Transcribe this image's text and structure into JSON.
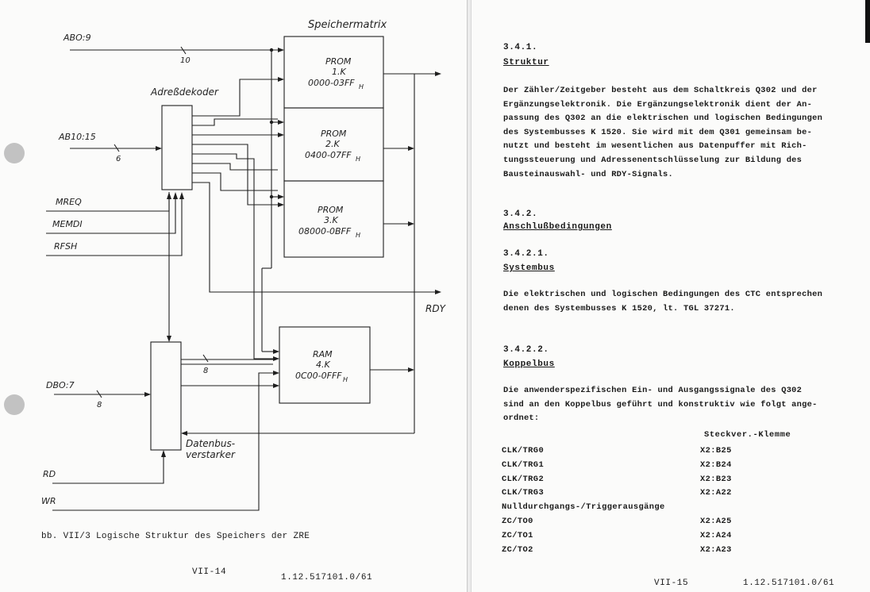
{
  "left_page": {
    "diagram": {
      "title": "Speichermatrix",
      "decoder_label": "Adreßdekoder",
      "buffer_label_1": "Datenbus-",
      "buffer_label_2": "verstarker",
      "inputs": {
        "abo9": "ABO:9",
        "abo9_width": "10",
        "ab1015": "AB10:15",
        "ab1015_width": "6",
        "mreq": "MREQ",
        "memdi": "MEMDI",
        "rfsh": "RFSH",
        "dbo7": "DBO:7",
        "dbo7_width": "8",
        "rd": "RD",
        "wr": "WR"
      },
      "data_width_ram": "8",
      "rdy_label": "RDY",
      "blocks": [
        {
          "name": "PROM",
          "size": "1.K",
          "range": "0000-03FF",
          "suffix": "H"
        },
        {
          "name": "PROM",
          "size": "2.K",
          "range": "0400-07FF",
          "suffix": "H"
        },
        {
          "name": "PROM",
          "size": "3.K",
          "range": "08000-0BFF",
          "suffix": "H"
        },
        {
          "name": "RAM",
          "size": "4.K",
          "range": "0C00-0FFF",
          "suffix": "H"
        }
      ]
    },
    "caption": "bb. VII/3  Logische Struktur des Speichers der ZRE",
    "page_number": "VII-14",
    "doc_number": "1.12.517101.0/61"
  },
  "right_page": {
    "sections": [
      {
        "number": "3.4.1.",
        "title": "Struktur"
      },
      {
        "number": "3.4.2.",
        "title": "Anschlußbedingungen"
      },
      {
        "number": "3.4.2.1.",
        "title": "Systembus"
      },
      {
        "number": "3.4.2.2.",
        "title": "Koppelbus"
      }
    ],
    "para_struktur": [
      "Der Zähler/Zeitgeber besteht aus dem Schaltkreis Q302 und der",
      "Ergänzungselektronik. Die Ergänzungselektronik dient der An-",
      "passung des Q302 an die elektrischen und logischen Bedingungen",
      "des Systembusses K 1520.  Sie wird mit dem Q301 gemeinsam be-",
      "nutzt und besteht im wesentlichen aus Datenpuffer mit Rich-",
      "tungssteuerung und Adressenentschlüsselung zur Bildung des",
      "Bausteinauswahl- und RDY-Signals."
    ],
    "para_systembus": [
      "Die elektrischen und logischen Bedingungen des CTC entsprechen",
      "denen des Systembusses K 1520, lt.  TGL 37271."
    ],
    "para_koppelbus": [
      "Die anwenderspezifischen Ein- und Ausgangssignale des Q302",
      "sind an den Koppelbus geführt und konstruktiv wie folgt ange-",
      "ordnet:"
    ],
    "table_header": "Steckver.-Klemme",
    "signals": [
      {
        "name": "CLK/TRG0",
        "terminal": "X2:B25"
      },
      {
        "name": "CLK/TRG1",
        "terminal": "X2:B24"
      },
      {
        "name": "CLK/TRG2",
        "terminal": "X2:B23"
      },
      {
        "name": "CLK/TRG3",
        "terminal": "X2:A22"
      },
      {
        "name": "Nulldurchgangs-/Triggerausgänge",
        "terminal": ""
      },
      {
        "name": "ZC/TO0",
        "terminal": "X2:A25"
      },
      {
        "name": "ZC/TO1",
        "terminal": "X2:A24"
      },
      {
        "name": "ZC/TO2",
        "terminal": "X2:A23"
      }
    ],
    "page_number": "VII-15",
    "doc_number": "1.12.517101.0/61"
  }
}
